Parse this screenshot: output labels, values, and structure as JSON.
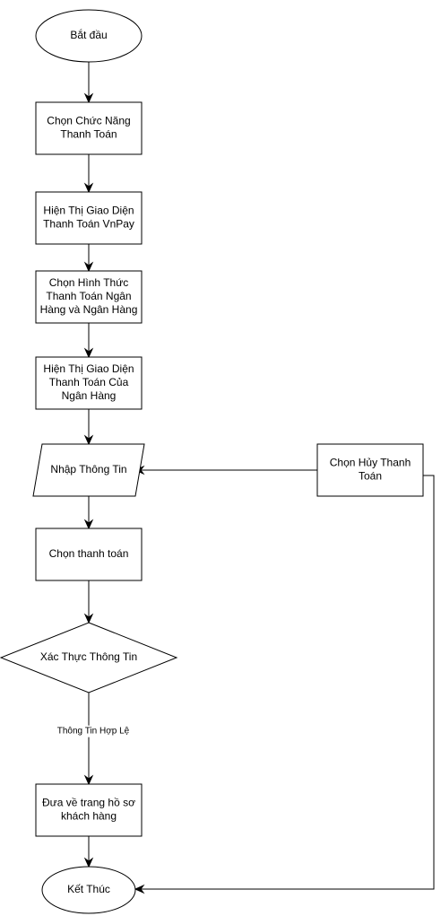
{
  "nodes": {
    "start": {
      "shape": "ellipse",
      "lines": [
        "Bắt đầu"
      ]
    },
    "choose_payment": {
      "shape": "process",
      "lines": [
        "Chọn Chức Năng",
        "Thanh Toán"
      ]
    },
    "show_vnpay": {
      "shape": "process",
      "lines": [
        "Hiện Thị Giao Diện",
        "Thanh Toán VnPay"
      ]
    },
    "choose_method": {
      "shape": "process",
      "lines": [
        "Chọn Hình Thức",
        "Thanh Toán Ngân",
        "Hàng và Ngân Hàng"
      ]
    },
    "show_bank": {
      "shape": "process",
      "lines": [
        "Hiện Thị Giao Diện",
        "Thanh Toán Của",
        "Ngân Hàng"
      ]
    },
    "enter_info": {
      "shape": "input",
      "lines": [
        "Nhập Thông Tin"
      ]
    },
    "cancel": {
      "shape": "process",
      "lines": [
        "Chọn Hủy Thanh",
        "Toán"
      ]
    },
    "confirm": {
      "shape": "process",
      "lines": [
        "Chọn thanh toán"
      ]
    },
    "verify": {
      "shape": "decision",
      "lines": [
        "Xác Thực Thông Tin"
      ]
    },
    "return_profile": {
      "shape": "process",
      "lines": [
        "Đưa về trang hồ sơ",
        "khách hàng"
      ]
    },
    "end": {
      "shape": "ellipse",
      "lines": [
        "Kết Thúc"
      ]
    }
  },
  "edges": [
    {
      "from": "start",
      "to": "choose_payment",
      "label": ""
    },
    {
      "from": "choose_payment",
      "to": "show_vnpay",
      "label": ""
    },
    {
      "from": "show_vnpay",
      "to": "choose_method",
      "label": ""
    },
    {
      "from": "choose_method",
      "to": "show_bank",
      "label": ""
    },
    {
      "from": "show_bank",
      "to": "enter_info",
      "label": ""
    },
    {
      "from": "cancel",
      "to": "enter_info",
      "label": ""
    },
    {
      "from": "enter_info",
      "to": "confirm",
      "label": ""
    },
    {
      "from": "confirm",
      "to": "verify",
      "label": ""
    },
    {
      "from": "verify",
      "to": "return_profile",
      "label": "Thông Tin Hợp Lệ"
    },
    {
      "from": "return_profile",
      "to": "end",
      "label": ""
    },
    {
      "from": "cancel",
      "to": "end",
      "label": ""
    }
  ],
  "colors": {
    "stroke": "#000000",
    "fill": "#ffffff",
    "text": "#000000"
  }
}
